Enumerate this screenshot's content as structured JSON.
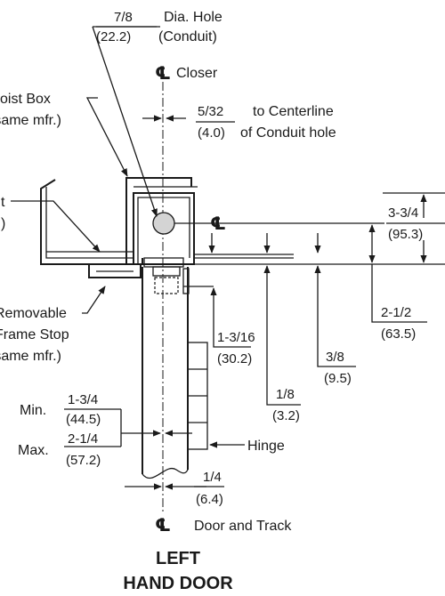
{
  "hole": {
    "frac": "7/8",
    "mm": "(22.2)",
    "text1": "Dia. Hole",
    "text2": "(Conduit)"
  },
  "closer": {
    "label": "Closer"
  },
  "joist_box": {
    "line1": "Joist Box",
    "line2": "(same mfr.)"
  },
  "conduit_offset": {
    "frac": "5/32",
    "mm": "(4.0)",
    "text1": "to Centerline",
    "text2": "of Conduit hole"
  },
  "bracket": {
    "line1": "t",
    "line2": ")"
  },
  "cl_symbol": "℄",
  "dims": {
    "d_3_3_4": {
      "frac": "3-3/4",
      "mm": "(95.3)"
    },
    "d_2_1_2": {
      "frac": "2-1/2",
      "mm": "(63.5)"
    },
    "d_3_8": {
      "frac": "3/8",
      "mm": "(9.5)"
    },
    "d_1_8": {
      "frac": "1/8",
      "mm": "(3.2)"
    },
    "d_1_3_16": {
      "frac": "1-3/16",
      "mm": "(30.2)"
    },
    "d_1_4": {
      "frac": "1/4",
      "mm": "(6.4)"
    },
    "min": {
      "label": "Min.",
      "frac": "1-3/4",
      "mm": "(44.5)"
    },
    "max": {
      "label": "Max.",
      "frac": "2-1/4",
      "mm": "(57.2)"
    }
  },
  "frame_stop": {
    "line1": "Removable",
    "line2": "Frame Stop",
    "line3": "(same mfr.)"
  },
  "hinge": {
    "label": "Hinge"
  },
  "door_track": {
    "label": "Door and Track"
  },
  "title": {
    "line1": "LEFT",
    "line2": "HAND DOOR"
  }
}
